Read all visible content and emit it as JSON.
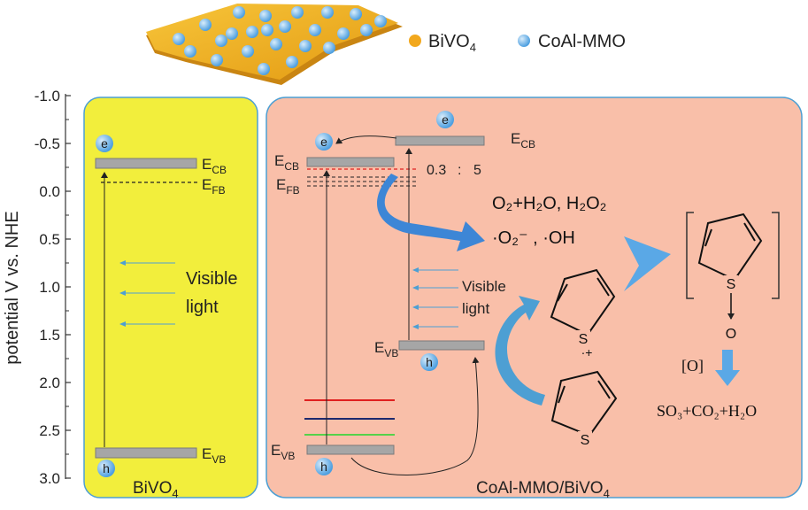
{
  "legend": [
    {
      "label": "BiVO",
      "sub": "4",
      "color": "#f2a81d"
    },
    {
      "label": "CoAl-MMO",
      "sub": "",
      "color": "#7ab9e8"
    }
  ],
  "axis": {
    "label": "potential V vs. NHE",
    "ticks": [
      "-1.0",
      "-0.5",
      "0.0",
      "0.5",
      "1.0",
      "1.5",
      "2.0",
      "2.5",
      "3.0"
    ]
  },
  "left_panel": {
    "title": "BiVO",
    "title_sub": "4",
    "cb_label": "E",
    "cb_sub": "CB",
    "fb_label": "E",
    "fb_sub": "FB",
    "vb_label": "E",
    "vb_sub": "VB",
    "electron": "e",
    "hole": "h",
    "light_line1": "Visible",
    "light_line2": "light",
    "colors": {
      "fill": "#f2ee3c",
      "stroke": "#4d9fd3"
    }
  },
  "right_panel": {
    "title": "CoAl-MMO/BiVO",
    "title_sub": "4",
    "ecb_left": "E",
    "ecb_left_sub": "CB",
    "efb_left": "E",
    "efb_left_sub": "FB",
    "evb_left": "E",
    "evb_left_sub": "VB",
    "ecb_right": "E",
    "ecb_right_sub": "CB",
    "evb_right": "E",
    "evb_right_sub": "VB",
    "electron": "e",
    "hole": "h",
    "ratio_a": "0.3",
    "ratio_sep": ":",
    "ratio_b": "5",
    "light_line1": "Visible",
    "light_line2": "light",
    "reaction_1": "O₂+H₂O, H₂O₂",
    "reaction_2": "·O₂⁻ , ·OH",
    "sulfur": "S",
    "oxygen": "O",
    "oxidant": "[O]",
    "products": "SO₃+CO₂+H₂O",
    "colors": {
      "fill": "#f9bfa9",
      "stroke": "#4d9fd3",
      "arrow": "#3d86d6",
      "band_red": "#e02020",
      "band_navy": "#1e2a6e",
      "band_green": "#55d14a"
    }
  }
}
